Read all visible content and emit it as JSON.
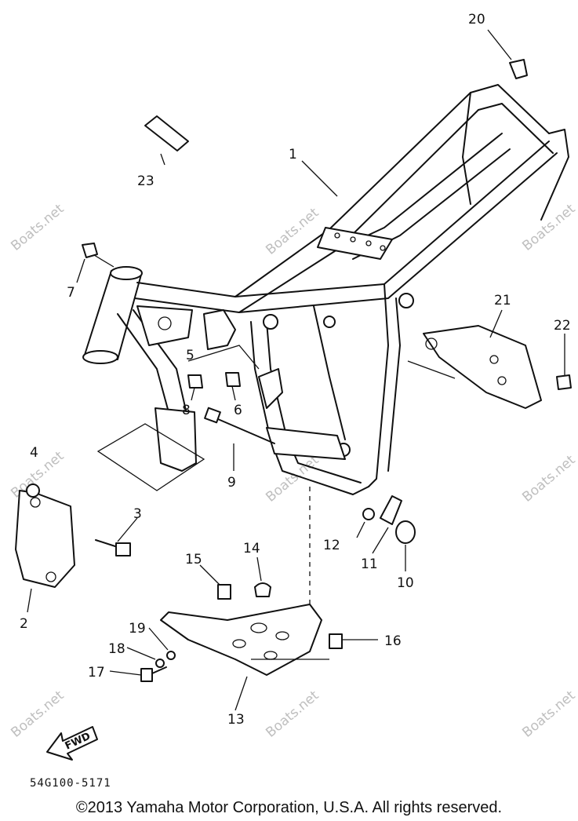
{
  "callouts": {
    "c1": "1",
    "c2": "2",
    "c3": "3",
    "c4": "4",
    "c5": "5",
    "c6": "6",
    "c7": "7",
    "c8": "8",
    "c9": "9",
    "c10": "10",
    "c11": "11",
    "c12": "12",
    "c13": "13",
    "c14": "14",
    "c15": "15",
    "c16": "16",
    "c17": "17",
    "c18": "18",
    "c19": "19",
    "c20": "20",
    "c21": "21",
    "c22": "22",
    "c23": "23"
  },
  "fwd_label": "FWD",
  "part_code": "54G100-5171",
  "watermark": "Boats.net",
  "copyright": "©2013 Yamaha Motor Corporation, U.S.A. All rights reserved.",
  "colors": {
    "line": "#111111",
    "watermark": "#bfbfbf",
    "background": "#ffffff"
  }
}
